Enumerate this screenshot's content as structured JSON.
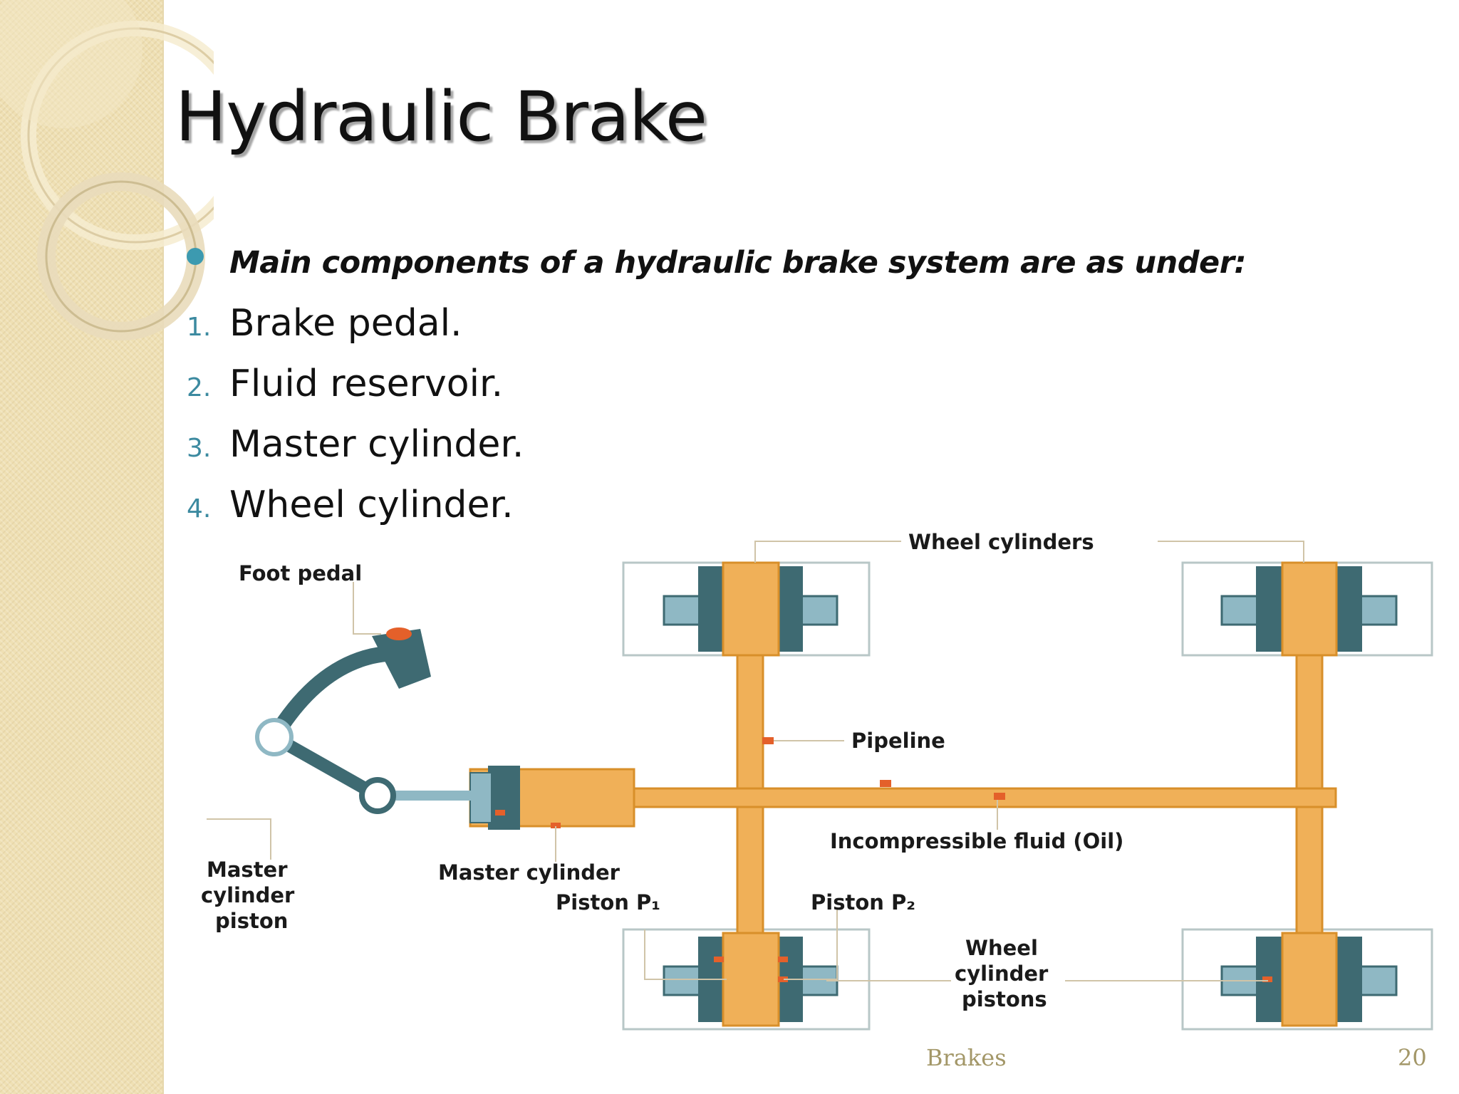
{
  "title": "Hydraulic Brake",
  "intro": "Main components of  a hydraulic brake system are as under:",
  "items": [
    {
      "num": "1.",
      "text": "Brake pedal."
    },
    {
      "num": "2.",
      "text": "Fluid reservoir."
    },
    {
      "num": "3.",
      "text": "Master cylinder."
    },
    {
      "num": "4.",
      "text": "Wheel cylinder."
    }
  ],
  "diagram": {
    "foot_pedal": "Foot pedal",
    "wheel_cylinders": "Wheel cylinders",
    "pipeline": "Pipeline",
    "fluid": "Incompressible fluid (Oil)",
    "master_piston": [
      "Master",
      "cylinder",
      "piston"
    ],
    "master_cylinder": "Master cylinder",
    "piston_p1": "Piston P₁",
    "piston_p2": "Piston P₂",
    "wheel_pistons": [
      "Wheel",
      "cylinder",
      "pistons"
    ]
  },
  "footer": {
    "label": "Brakes",
    "page": "20"
  },
  "colors": {
    "accent": "#3c9ab0",
    "fluid": "#f0b058",
    "steel": "#3e6a72",
    "sidebar": "#efe0b4"
  }
}
